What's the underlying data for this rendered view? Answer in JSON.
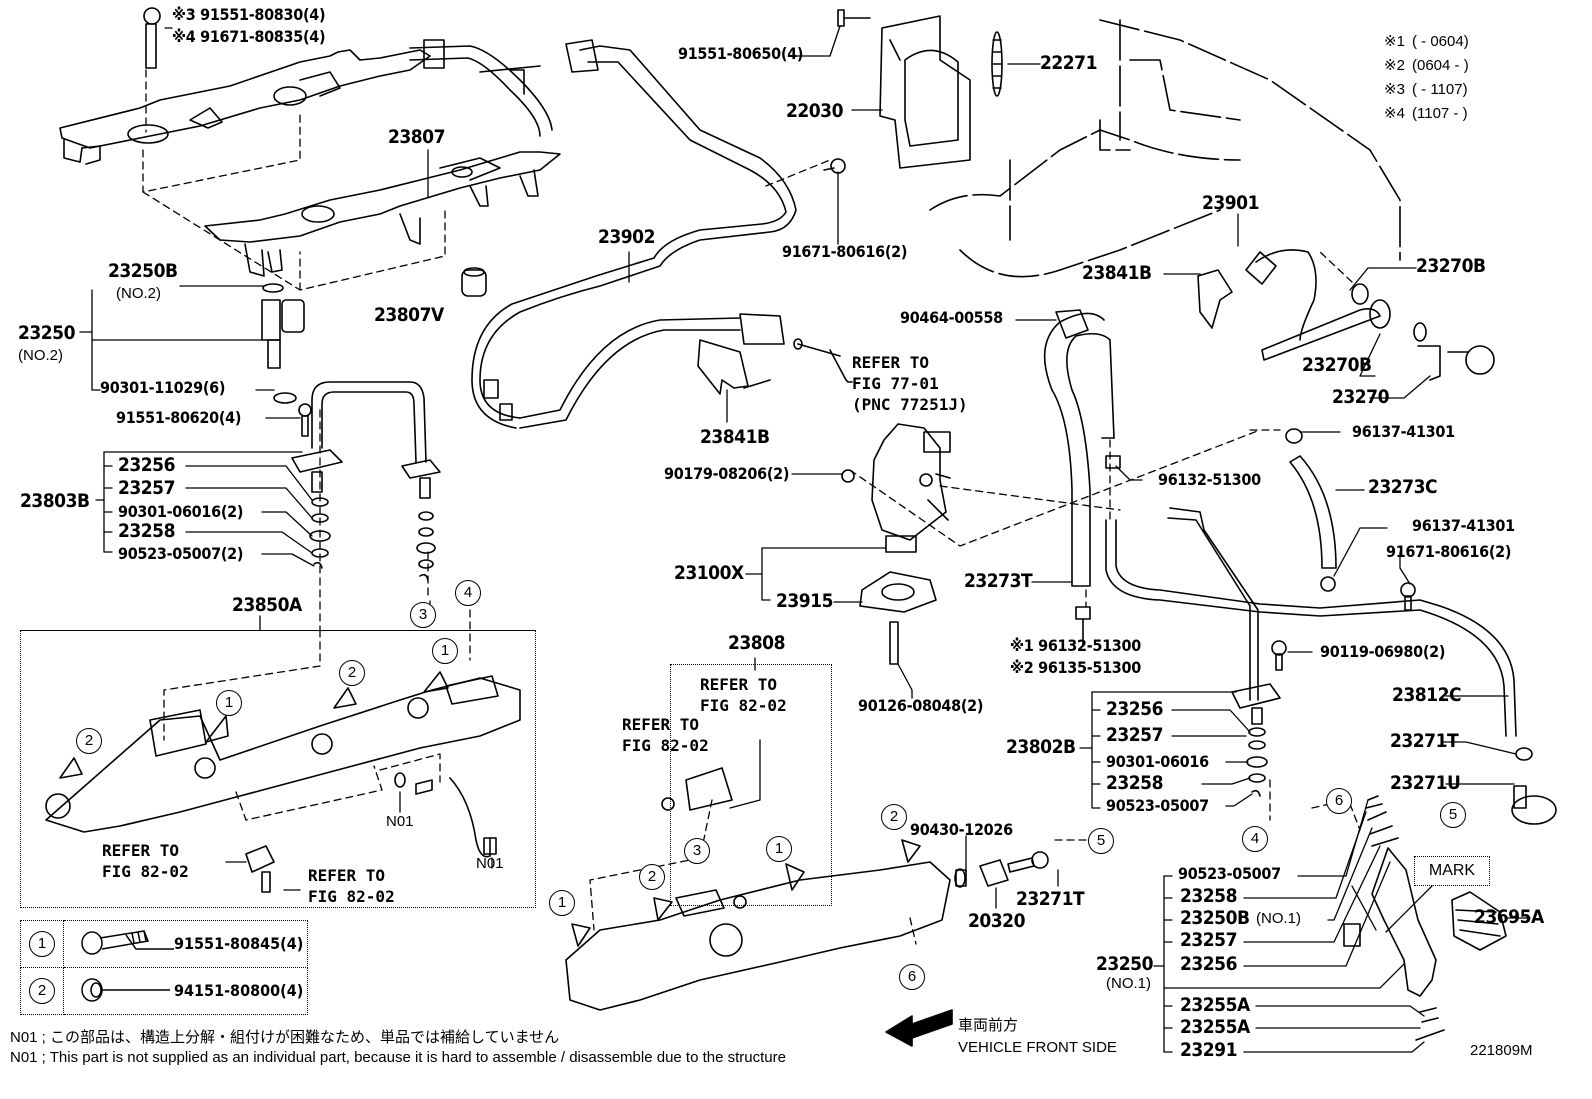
{
  "figure_id": "221809M",
  "legend_notes": [
    {
      "mark": "※1",
      "range": "(      - 0604)"
    },
    {
      "mark": "※2",
      "range": "(0604 -      )"
    },
    {
      "mark": "※3",
      "range": "(      - 1107)"
    },
    {
      "mark": "※4",
      "range": "(1107 -      )"
    }
  ],
  "callouts": {
    "bolt_a3": "※3 91551-80830(4)",
    "bolt_a4": "※4 91671-80835(4)",
    "p23807": "23807",
    "p23807v": "23807V",
    "p23250b_no2": "23250B",
    "no2_a": "(NO.2)",
    "p23250_no2": "23250",
    "no2_b": "(NO.2)",
    "o_ring_6": "90301-11029(6)",
    "bolt_80620": "91551-80620(4)",
    "p23803b": "23803B",
    "l_23256": "23256",
    "l_23257": "23257",
    "l_90301_2": "90301-06016(2)",
    "l_23258": "23258",
    "l_90523_2": "90523-05007(2)",
    "p23850a": "23850A",
    "p23902": "23902",
    "bolt_80650": "91551-80650(4)",
    "p22030": "22030",
    "p22271": "22271",
    "bolt_80616_top": "91671-80616(2)",
    "p23901": "23901",
    "p23841b_right": "23841B",
    "p23270b_a": "23270B",
    "p23270b_b": "23270B",
    "p23270": "23270",
    "clamp_00558": "90464-00558",
    "refer_77_1": "REFER TO",
    "refer_77_2": "FIG 77-01",
    "refer_77_3": "(PNC 77251J)",
    "p23841b_left": "23841B",
    "nut_08206": "90179-08206(2)",
    "p23100x": "23100X",
    "p23915": "23915",
    "stud_08048": "90126-08048(2)",
    "p23273t": "23273T",
    "clip_96132_a": "※1 96132-51300",
    "clip_96135": "※2 96135-51300",
    "clip_96132_b": "96132-51300",
    "clamp_41301_a": "96137-41301",
    "p23273c": "23273C",
    "clamp_41301_b": "96137-41301",
    "bolt_80616_right": "91671-80616(2)",
    "bolt_06980": "90119-06980(2)",
    "p23812c": "23812C",
    "p23271t_a": "23271T",
    "p23271u": "23271U",
    "p23802b": "23802B",
    "r_23256": "23256",
    "r_23257": "23257",
    "r_90301": "90301-06016",
    "r_23258": "23258",
    "r_90523": "90523-05007",
    "p23808": "23808",
    "refer_82_a1": "REFER TO",
    "refer_82_a2": "FIG 82-02",
    "refer_82_b1": "REFER TO",
    "refer_82_b2": "FIG 82-02",
    "refer_82_c1": "REFER TO",
    "refer_82_c2": "FIG 82-02",
    "refer_82_d1": "REFER TO",
    "refer_82_d2": "FIG 82-02",
    "n01_a": "N01",
    "n01_b": "N01",
    "oring_12026": "90430-12026",
    "p20320": "20320",
    "p23271t_b": "23271T",
    "i_90523": "90523-05007",
    "i_23258": "23258",
    "i_23250b": "23250B",
    "i_no1": "(NO.1)",
    "i_23257": "23257",
    "i_23256": "23256",
    "p23250_no1": "23250",
    "no1_b": "(NO.1)",
    "i_23255a_1": "23255A",
    "i_23255a_2": "23255A",
    "i_23291": "23291",
    "p23695a": "23695A",
    "mark": "MARK"
  },
  "circle_refs": {
    "c1": "1",
    "c2": "2",
    "c3": "3",
    "c4": "4",
    "c5": "5",
    "c6": "6"
  },
  "legend_table": [
    {
      "ref": "1",
      "part": "91551-80845(4)"
    },
    {
      "ref": "2",
      "part": "94151-80800(4)"
    }
  ],
  "direction": {
    "jp": "車両前方",
    "en": "VEHICLE FRONT SIDE"
  },
  "footnotes": {
    "jp": "N01 ; この部品は、構造上分解・組付けが困難なため、単品では補給していません",
    "en": "N01 ; This part is not supplied as an individual part, because it is hard to assemble / disassemble due to the structure"
  }
}
